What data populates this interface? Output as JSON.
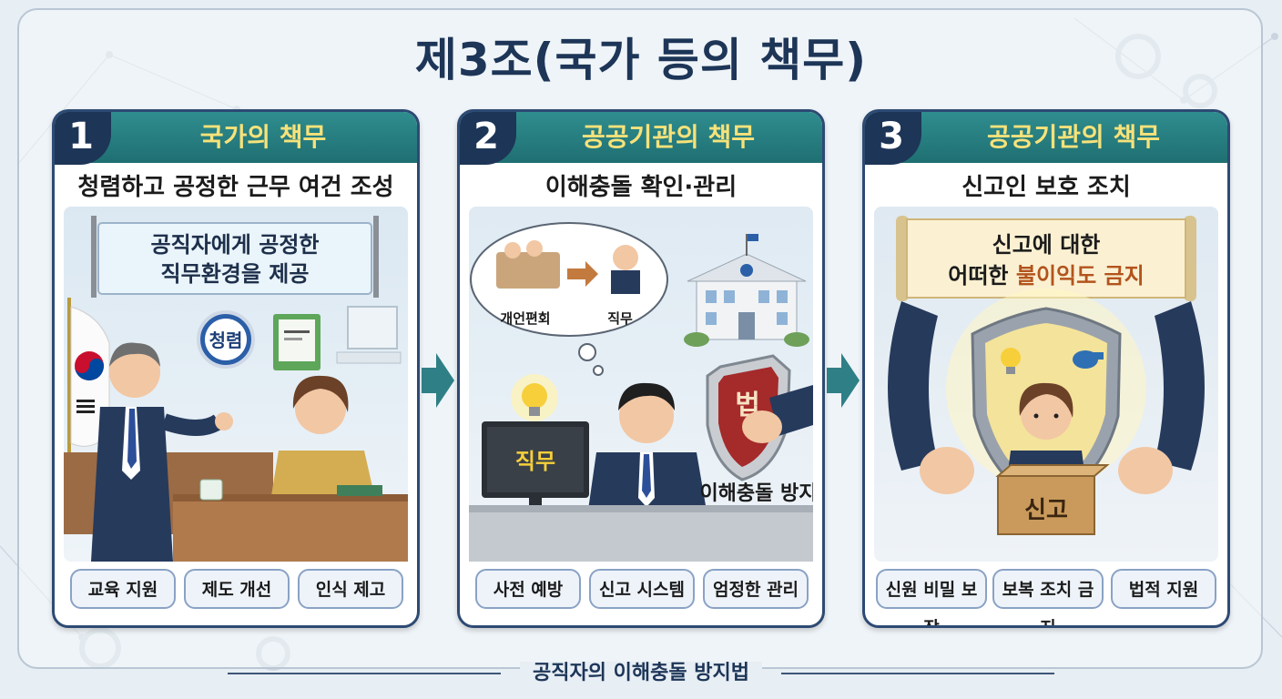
{
  "title": "제3조(국가 등의 책무)",
  "footer": "공직자의 이해충돌 방지법",
  "panels": [
    {
      "number": "1",
      "title": "국가의 책무",
      "subtitle": "청렴하고 공정한 근무 여건 조성",
      "banner_line1": "공직자에게 공정한",
      "banner_line2": "직무환경을 제공",
      "badge": "청렴",
      "tags": [
        "교육 지원",
        "제도 개선",
        "인식 제고"
      ]
    },
    {
      "number": "2",
      "title": "공공기관의 책무",
      "subtitle": "이해충돌 확인·관리",
      "thought_left": "개언편회",
      "thought_right": "직무",
      "monitor_text": "직무",
      "shield_text": "법",
      "shield_caption": "이해충돌 방지",
      "tags": [
        "사전 예방",
        "신고 시스템",
        "엄정한 관리"
      ]
    },
    {
      "number": "3",
      "title": "공공기관의 책무",
      "subtitle": "신고인 보호 조치",
      "scroll_line1": "신고에 대한",
      "scroll_line2_prefix": "어떠한 ",
      "scroll_line2_highlight": "불이익도 금지",
      "box_text": "신고",
      "tags": [
        "신원 비밀 보장",
        "보복 조치 금지",
        "법적 지원"
      ]
    }
  ],
  "colors": {
    "navy": "#1d3557",
    "teal": "#1f6f72",
    "header_text": "#f7e27a",
    "highlight": "#b3541e"
  }
}
